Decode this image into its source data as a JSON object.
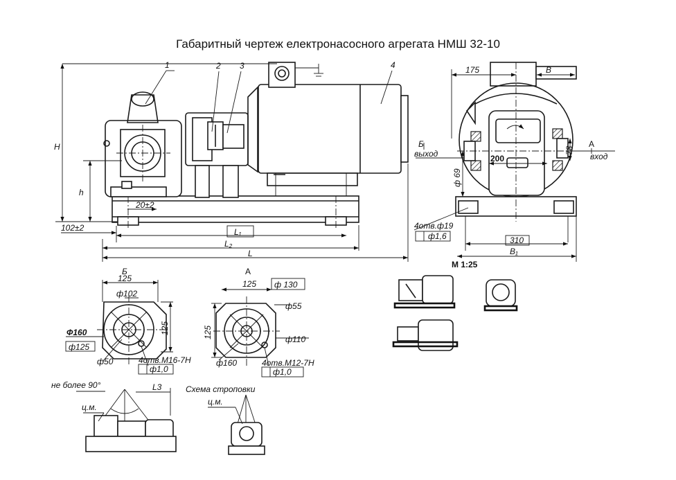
{
  "title": "Габаритный чертеж електронасосного агрегата НМШ 32-10",
  "labels": {
    "pos1": "1",
    "pos2": "2",
    "pos3": "3",
    "pos4": "4",
    "H": "H",
    "h": "h",
    "d20": "20±2",
    "d102": "102±2",
    "L1": "L₁",
    "L2": "L₂",
    "L": "L",
    "d175": "175",
    "B": "B",
    "viewB": "Б",
    "vykhod": "выход",
    "viewA": "A",
    "vkhod": "вход",
    "d78": "78",
    "d200": "200",
    "d69": "ф 69",
    "holes19": "4отв.ф19",
    "tol16": "ф1,6",
    "d310": "310",
    "B1": "B₁",
    "scale": "M 1:25",
    "secB": "Б",
    "secA": "A",
    "b125": "125",
    "b102": "ф102",
    "b160": "Ф160",
    "b125box": "ф125",
    "b125v": "125",
    "b50": "ф50",
    "bholes": "4отв.M16-7H",
    "btol": "ф1,0",
    "a125": "125",
    "a130": "ф 130",
    "a55": "ф55",
    "a125v": "125",
    "a110": "ф110",
    "a160": "ф160",
    "aholes": "4отв.M12-7H",
    "atol": "ф1,0",
    "notmore": "не более 90°",
    "L3": "L3",
    "cm1": "ц.м.",
    "sling": "Схема строповки",
    "cm2": "ц.м."
  }
}
